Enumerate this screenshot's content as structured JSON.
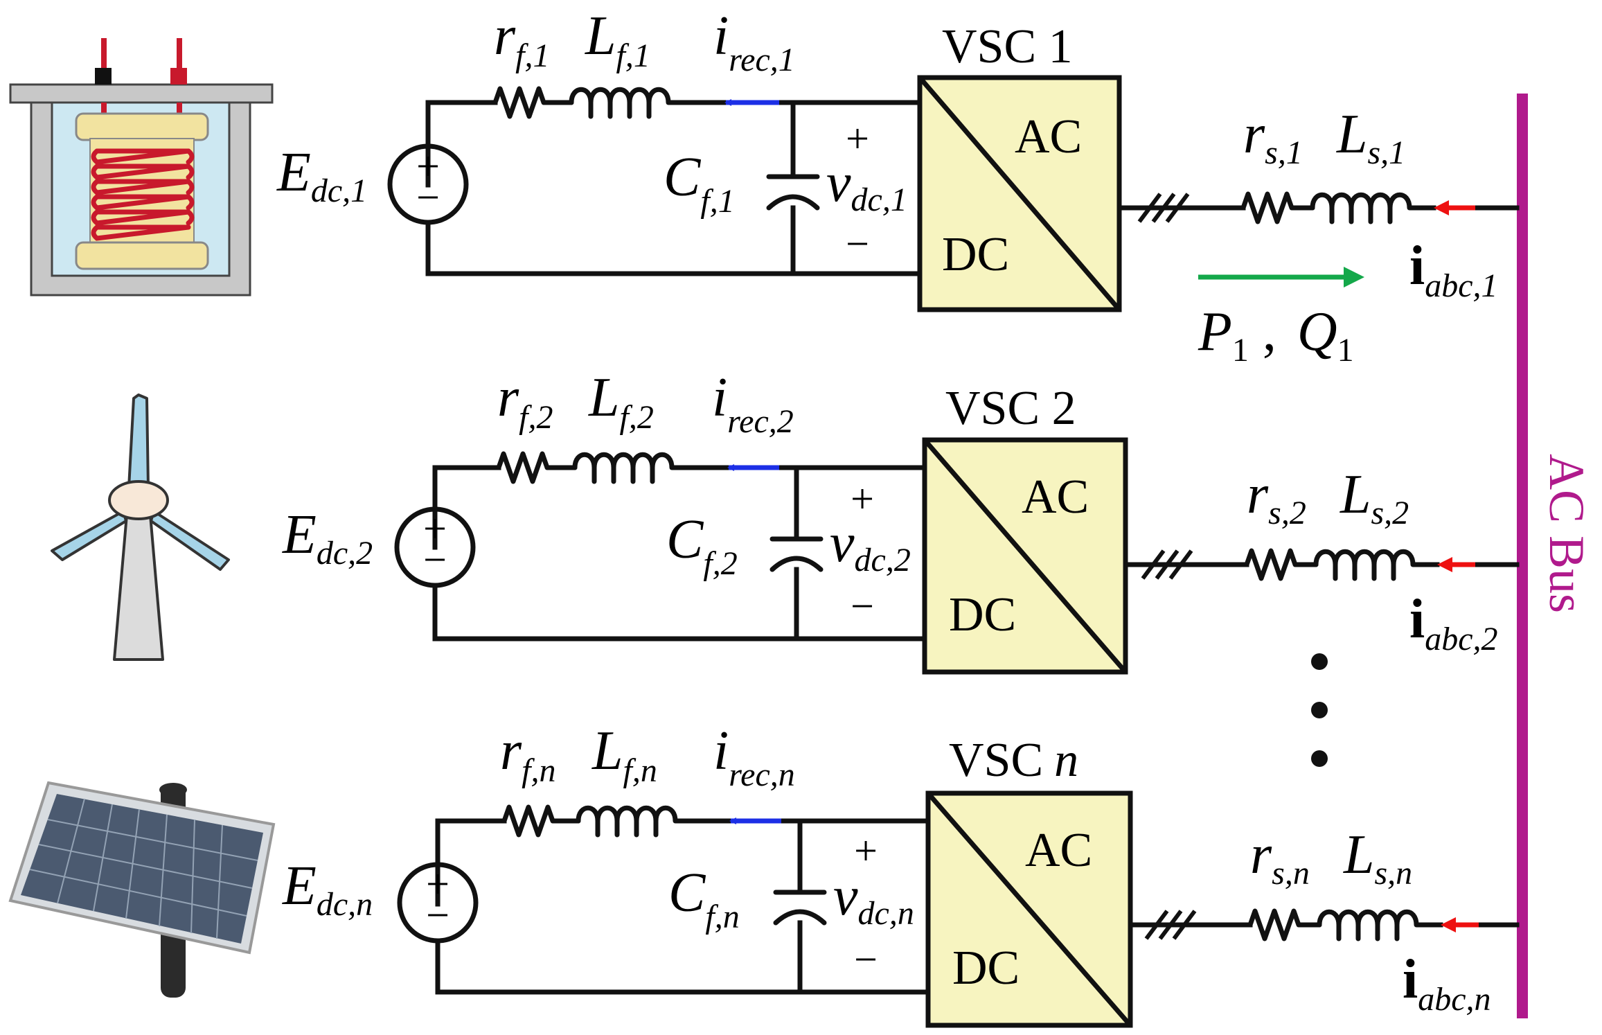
{
  "colors": {
    "converter_fill": "#f7f4c0",
    "bus": "#b01a8c",
    "rec_arrow": "#1c2fe6",
    "ac_arrow": "#ee1111",
    "power_arrow": "#14a84a",
    "dot": "#111111"
  },
  "icons": {
    "row1": "fuel-cell-icon",
    "row2": "wind-turbine-icon",
    "row3": "solar-panel-icon"
  },
  "bus": {
    "label": "AC Bus"
  },
  "power_flow": {
    "p_symbol": "P",
    "p_sub": "1",
    "sep": ",",
    "q_symbol": "Q",
    "q_sub": "1"
  },
  "rows": [
    {
      "vsc": "VSC 1",
      "vsc_main": "VSC",
      "vsc_idx": "1",
      "ac": "AC",
      "dc": "DC",
      "edc": "E",
      "edc_sub": "dc,1",
      "rf": "r",
      "rf_sub": "f,1",
      "lf": "L",
      "lf_sub": "f,1",
      "irec": "i",
      "irec_sub": "rec,1",
      "cf": "C",
      "cf_sub": "f,1",
      "vdc": "v",
      "vdc_sub": "dc,1",
      "plus": "+",
      "minus": "−",
      "rs": "r",
      "rs_sub": "s,1",
      "ls": "L",
      "ls_sub": "s,1",
      "iabc": "i",
      "iabc_sub": "abc,1"
    },
    {
      "vsc": "VSC 2",
      "vsc_main": "VSC",
      "vsc_idx": "2",
      "ac": "AC",
      "dc": "DC",
      "edc": "E",
      "edc_sub": "dc,2",
      "rf": "r",
      "rf_sub": "f,2",
      "lf": "L",
      "lf_sub": "f,2",
      "irec": "i",
      "irec_sub": "rec,2",
      "cf": "C",
      "cf_sub": "f,2",
      "vdc": "v",
      "vdc_sub": "dc,2",
      "plus": "+",
      "minus": "−",
      "rs": "r",
      "rs_sub": "s,2",
      "ls": "L",
      "ls_sub": "s,2",
      "iabc": "i",
      "iabc_sub": "abc,2"
    },
    {
      "vsc": "VSC n",
      "vsc_main": "VSC",
      "vsc_idx": "n",
      "ac": "AC",
      "dc": "DC",
      "edc": "E",
      "edc_sub": "dc,n",
      "rf": "r",
      "rf_sub": "f,n",
      "lf": "L",
      "lf_sub": "f,n",
      "irec": "i",
      "irec_sub": "rec,n",
      "cf": "C",
      "cf_sub": "f,n",
      "vdc": "v",
      "vdc_sub": "dc,n",
      "plus": "+",
      "minus": "−",
      "rs": "r",
      "rs_sub": "s,n",
      "ls": "L",
      "ls_sub": "s,n",
      "iabc": "i",
      "iabc_sub": "abc,n"
    }
  ]
}
